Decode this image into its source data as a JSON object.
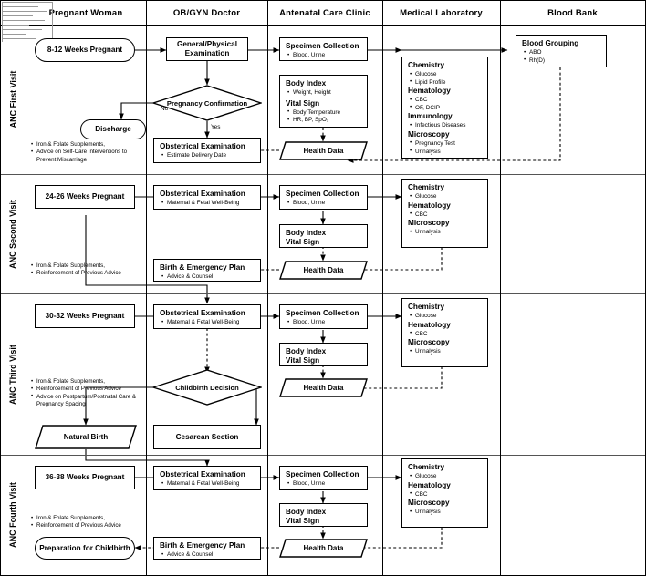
{
  "columns": [
    {
      "id": "pregnant-woman",
      "label": "Pregnant Woman"
    },
    {
      "id": "obgyn-doctor",
      "label": "OB/GYN Doctor"
    },
    {
      "id": "antenatal-care-clinic",
      "label": "Antenatal Care Clinic"
    },
    {
      "id": "medical-laboratory",
      "label": "Medical Laboratory"
    },
    {
      "id": "blood-bank",
      "label": "Blood Bank"
    }
  ],
  "rows": [
    {
      "id": "anc-first-visit",
      "label": "ANC First Visit"
    },
    {
      "id": "anc-second-visit",
      "label": "ANC Second Visit"
    },
    {
      "id": "anc-third-visit",
      "label": "ANC Third Visit"
    },
    {
      "id": "anc-fourth-visit",
      "label": "ANC Fourth Visit"
    }
  ],
  "edge_labels": {
    "no": "No",
    "yes": "Yes"
  },
  "row1": {
    "weeks": "8-12 Weeks Pregnant",
    "general_exam": "General/Physical Examination",
    "specimen": {
      "title": "Specimen Collection",
      "items": [
        "Blood, Urine"
      ]
    },
    "body_index": {
      "t1": "Body Index",
      "s1": "Weight, Height",
      "t2": "Vital Sign",
      "items": [
        "Body Temperature",
        "HR, BP, SpO₂"
      ]
    },
    "lab": {
      "g1": "Chemistry",
      "i1": [
        "Glucose",
        "Lipid Profile"
      ],
      "g2": "Hematology",
      "i2": [
        "CBC",
        "OF, DCIP"
      ],
      "g3": "Immunology",
      "i3": [
        "Infectious Diseases"
      ],
      "g4": "Microscopy",
      "i4": [
        "Pregnancy Test",
        "Urinalysis"
      ]
    },
    "blood_bank": {
      "title": "Blood Grouping",
      "items": [
        "ABO",
        "Rh(D)"
      ]
    },
    "pregnancy_confirmation": "Pregnancy Confirmation",
    "discharge": "Discharge",
    "obstetrical": {
      "title": "Obstetrical Examination",
      "items": [
        "Estimate Delivery Date"
      ]
    },
    "health_data": "Health Data",
    "notes": [
      "Iron & Folate Supplements,",
      "Advice on Self-Care Interventions to Prevent Miscarriage"
    ]
  },
  "row2": {
    "weeks": "24-26 Weeks Pregnant",
    "obstetrical": {
      "title": "Obstetrical Examination",
      "items": [
        "Maternal & Fetal Well-Being"
      ]
    },
    "specimen": {
      "title": "Specimen Collection",
      "items": [
        "Blood, Urine"
      ]
    },
    "body_index": {
      "t1": "Body Index",
      "t2": "Vital Sign"
    },
    "lab": {
      "g1": "Chemistry",
      "i1": [
        "Glucose"
      ],
      "g2": "Hematology",
      "i2": [
        "CBC"
      ],
      "g3": "Microscopy",
      "i3": [
        "Urinalysis"
      ]
    },
    "birth_plan": {
      "title": "Birth & Emergency Plan",
      "items": [
        "Advice & Counsel"
      ]
    },
    "health_data": "Health Data",
    "notes": [
      "Iron & Folate Supplements,",
      "Reinforcement of Previous Advice"
    ]
  },
  "row3": {
    "weeks": "30-32 Weeks Pregnant",
    "obstetrical": {
      "title": "Obstetrical Examination",
      "items": [
        "Maternal & Fetal Well-Being"
      ]
    },
    "specimen": {
      "title": "Specimen Collection",
      "items": [
        "Blood, Urine"
      ]
    },
    "body_index": {
      "t1": "Body Index",
      "t2": "Vital Sign"
    },
    "lab": {
      "g1": "Chemistry",
      "i1": [
        "Glucose"
      ],
      "g2": "Hematology",
      "i2": [
        "CBC"
      ],
      "g3": "Microscopy",
      "i3": [
        "Urinalysis"
      ]
    },
    "childbirth_decision": "Childbirth Decision",
    "natural_birth": "Natural Birth",
    "cesarean_section": "Cesarean Section",
    "health_data": "Health Data",
    "notes": [
      "Iron & Folate Supplements,",
      "Reinforcement of Previous Advice",
      "Advice on Postpartum/Postnatal Care & Pregnancy Spacing"
    ]
  },
  "row4": {
    "weeks": "36-38 Weeks Pregnant",
    "obstetrical": {
      "title": "Obstetrical Examination",
      "items": [
        "Maternal & Fetal Well-Being"
      ]
    },
    "specimen": {
      "title": "Specimen Collection",
      "items": [
        "Blood, Urine"
      ]
    },
    "body_index": {
      "t1": "Body Index",
      "t2": "Vital Sign"
    },
    "lab": {
      "g1": "Chemistry",
      "i1": [
        "Glucose"
      ],
      "g2": "Hematology",
      "i2": [
        "CBC"
      ],
      "g3": "Microscopy",
      "i3": [
        "Urinalysis"
      ]
    },
    "birth_plan": {
      "title": "Birth & Emergency Plan",
      "items": [
        "Advice & Counsel"
      ]
    },
    "preparation": "Preparation for Childbirth",
    "health_data": "Health Data",
    "notes": [
      "Iron & Folate Supplements,",
      "Reinforcement of Previous Advice"
    ]
  }
}
